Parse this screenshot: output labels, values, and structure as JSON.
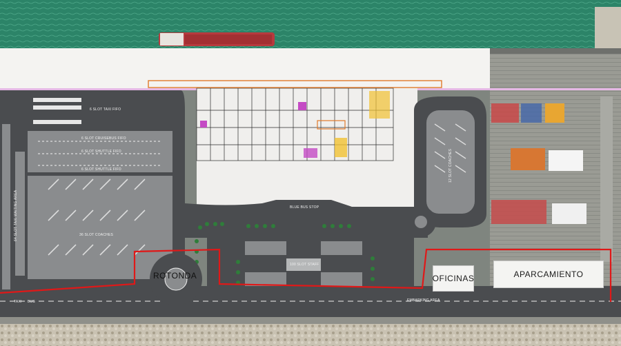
{
  "labels": {
    "taxi_fifo": "6 SLOT TAXI FIFO",
    "cruisebus_fifo": "6 SLOT CRUISEBUS FIFO",
    "shuttle_fifo_1": "6 SLOT SHUTTLE FIFO",
    "shuttle_fifo_2": "6 SLOT SHUTTLE FIFO",
    "coaches_36": "36 SLOT COACHES",
    "taxi_waiting": "64 SLOT TAXI WAITING AREA",
    "blue_bus_stop": "BLUE BUS STOP",
    "staff_100": "100 SLOT STAFF",
    "coaches_12": "12 SLOT COACHES",
    "rotonda": "ROTONDA",
    "oficinas": "OFICINAS",
    "aparcamiento": "APARCAMIENTO",
    "embarking_area": "EMBARKING AREA",
    "taxi": "TAXI",
    "bus": "BUS"
  },
  "colors": {
    "sea": "#2e8a6c",
    "asphalt": "#4a4c4f",
    "parking_grey": "#8a8c8e",
    "terminal": "#f4f3f1",
    "boundary_red": "#e01818",
    "grid_line": "#2a2a2a",
    "hedge": "#2f7d3a",
    "ship_hull": "#b73a3e"
  }
}
